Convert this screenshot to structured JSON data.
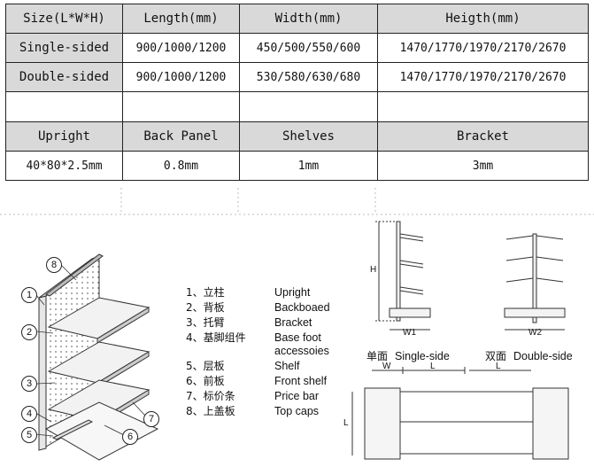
{
  "table": {
    "headers": [
      "Size(L*W*H)",
      "Length(mm)",
      "Width(mm)",
      "Heigth(mm)"
    ],
    "rows": [
      [
        "Single-sided",
        "900/1000/1200",
        "450/500/550/600",
        "1470/1770/1970/2170/2670"
      ],
      [
        "Double-sided",
        "900/1000/1200",
        "530/580/630/680",
        "1470/1770/1970/2170/2670"
      ]
    ],
    "material_headers": [
      "Upright",
      "Back Panel",
      "Shelves",
      "Bracket"
    ],
    "material_values": [
      "40*80*2.5mm",
      "0.8mm",
      "1mm",
      "3mm"
    ]
  },
  "parts": [
    {
      "no": "1",
      "cn": "1、立柱",
      "en": "Upright"
    },
    {
      "no": "2",
      "cn": "2、背板",
      "en": "Backboaed"
    },
    {
      "no": "3",
      "cn": "3、托臂",
      "en": "Bracket"
    },
    {
      "no": "4",
      "cn": "4、基脚组件",
      "en": "Base foot accessoies"
    },
    {
      "no": "5",
      "cn": "5、层板",
      "en": "Shelf"
    },
    {
      "no": "6",
      "cn": "6、前板",
      "en": "Front shelf"
    },
    {
      "no": "7",
      "cn": "7、标价条",
      "en": "Price bar"
    },
    {
      "no": "8",
      "cn": "8、上盖板",
      "en": "Top caps"
    }
  ],
  "base_foot_line1": "Base foot",
  "base_foot_line2": "accessoies",
  "dimensions": {
    "h": "H",
    "w1": "W1",
    "w2": "W2",
    "w": "W",
    "l": "L",
    "single_cn": "单面",
    "single_en": "Single-side",
    "double_cn": "双面",
    "double_en": "Double-side"
  }
}
